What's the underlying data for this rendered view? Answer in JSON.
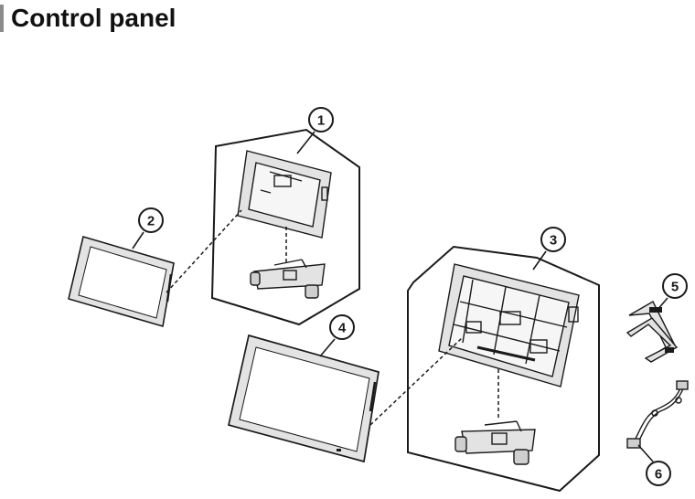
{
  "page": {
    "title": "Control panel"
  },
  "colors": {
    "line": "#1a1a1a",
    "panel_fill": "#e3e3e3",
    "screen_fill": "#ffffff",
    "accent": "#8c8c8c"
  },
  "callouts": [
    {
      "id": "1",
      "label": "1"
    },
    {
      "id": "2",
      "label": "2"
    },
    {
      "id": "3",
      "label": "3"
    },
    {
      "id": "4",
      "label": "4"
    },
    {
      "id": "5",
      "label": "5"
    },
    {
      "id": "6",
      "label": "6"
    }
  ],
  "parts": [
    {
      "callout": "1",
      "icon": "control-panel-housing-small-icon"
    },
    {
      "callout": "2",
      "icon": "display-small-icon"
    },
    {
      "callout": "3",
      "icon": "control-panel-housing-large-icon"
    },
    {
      "callout": "4",
      "icon": "display-large-icon"
    },
    {
      "callout": "5",
      "icon": "flat-ribbon-cable-icon"
    },
    {
      "callout": "6",
      "icon": "wire-harness-icon"
    }
  ]
}
